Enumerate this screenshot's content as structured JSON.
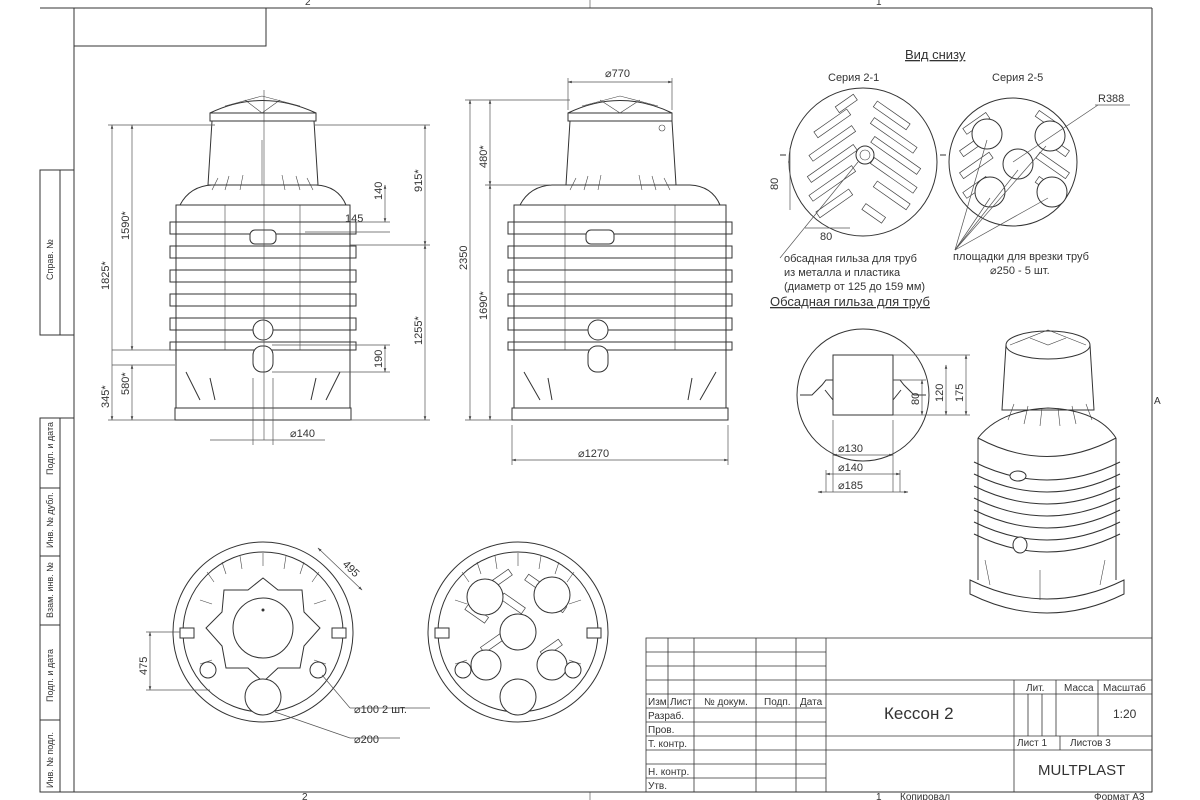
{
  "sheet": {
    "zone_numbers": [
      "2",
      "1",
      "2",
      "1"
    ],
    "side_stamp_labels": [
      "Справ. №",
      "Подп. и дата",
      "Инв. № дубл.",
      "Взам. инв. №",
      "Подп. и дата",
      "Инв. № подл."
    ],
    "footer_left": "Копировал",
    "footer_right": "Формат А3",
    "side_mark": "А"
  },
  "front_view": {
    "dims": [
      "1825*",
      "1590*",
      "140",
      "145",
      "915*",
      "1255*",
      "190",
      "580*",
      "345*",
      "⌀140"
    ]
  },
  "side_view": {
    "dims": [
      "⌀770",
      "480*",
      "2350",
      "1690*",
      "⌀1270"
    ]
  },
  "bottom_view": {
    "title": "Вид снизу",
    "series_left": "Серия 2-1",
    "series_right": "Серия 2-5",
    "dims": [
      "80",
      "80",
      "R388"
    ],
    "note_left": [
      "обсадная гильза для труб",
      "из металла и пластика",
      "(диаметр от 125 до 159 мм)"
    ],
    "note_right": [
      "площадки для врезки труб",
      "⌀250 - 5 шт."
    ]
  },
  "sleeve_view": {
    "title": "Обсадная гильза для труб",
    "dims": [
      "⌀130",
      "⌀140",
      "⌀185",
      "80",
      "120",
      "175"
    ]
  },
  "plan_views": {
    "dims": [
      "495",
      "475",
      "⌀100 2 шт.",
      "⌀200"
    ]
  },
  "title_block": {
    "col_headers": [
      "Изм.",
      "Лист",
      "№ докум.",
      "Подп.",
      "Дата"
    ],
    "rows": [
      "Разраб.",
      "Пров.",
      "Т. контр.",
      "",
      "Н. контр.",
      "Утв."
    ],
    "name": "Кессон 2",
    "lit_label": "Лит.",
    "mass_label": "Масса",
    "scale_label": "Масштаб",
    "scale_value": "1:20",
    "sheet_label": "Лист 1",
    "sheets_label": "Листов 3",
    "company": "MULTPLAST"
  }
}
